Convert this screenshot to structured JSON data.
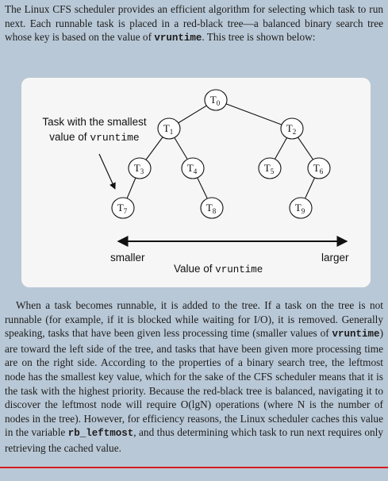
{
  "intro": {
    "t1": "The Linux CFS scheduler provides an efficient algorithm for selecting which task to run next. Each runnable task is placed in a red-black tree—a balanced binary search tree whose key is based on the value of ",
    "code": "vruntime",
    "t2": ". This tree is shown below:"
  },
  "figure": {
    "callout_line1": "Task with the smallest",
    "callout_pre": "value of ",
    "callout_code": "vruntime",
    "nodes": [
      {
        "base": "T",
        "sub": "0"
      },
      {
        "base": "T",
        "sub": "1"
      },
      {
        "base": "T",
        "sub": "2"
      },
      {
        "base": "T",
        "sub": "3"
      },
      {
        "base": "T",
        "sub": "4"
      },
      {
        "base": "T",
        "sub": "5"
      },
      {
        "base": "T",
        "sub": "6"
      },
      {
        "base": "T",
        "sub": "7"
      },
      {
        "base": "T",
        "sub": "8"
      },
      {
        "base": "T",
        "sub": "9"
      }
    ],
    "axis_left": "smaller",
    "axis_right": "larger",
    "axis_title_pre": "Value of ",
    "axis_title_code": "vruntime"
  },
  "body": {
    "s1": "When a task becomes runnable, it is added to the tree. If a task on the tree is not runnable (for example, if it is blocked while waiting for I/O), it is removed. Generally speaking, tasks that have been given less processing time (smaller values of ",
    "c1": "vruntime",
    "s2": ") are toward the left side of the tree, and tasks that have been given more processing time are on the right side. According to the properties of a binary search tree, the leftmost node has the smallest key value, which for the sake of the CFS scheduler means that it is the task with the highest priority. Because the red-black tree is balanced, navigating it to discover the leftmost node will require O(lgN) operations (where N is the number of nodes in the tree). However, for efficiency reasons, the Linux scheduler caches this value in the variable ",
    "c2": "rb_leftmost",
    "s3": ", and thus determining which task to run next requires only retrieving the cached value."
  }
}
